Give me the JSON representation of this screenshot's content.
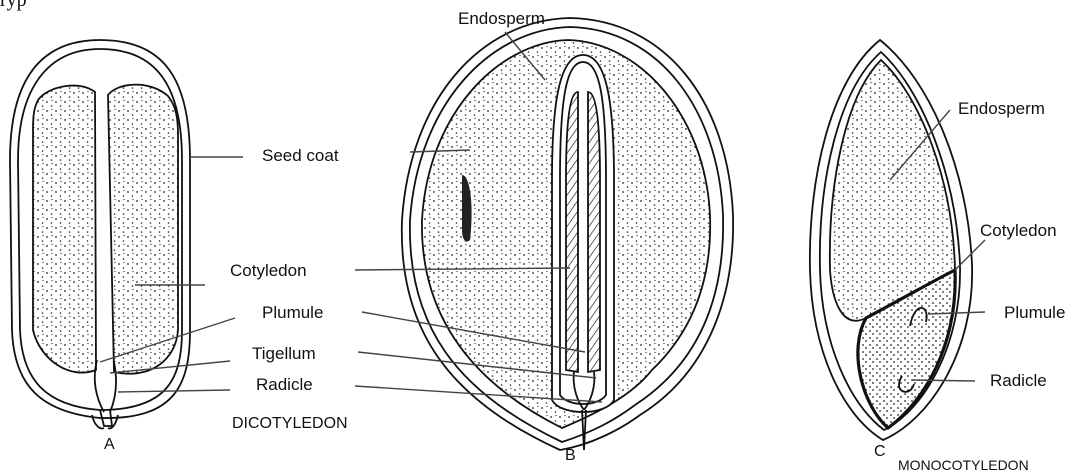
{
  "fragment_text": "ryp",
  "labels": {
    "endosperm_b": "Endosperm",
    "seed_coat": "Seed coat",
    "cotyledon_a": "Cotyledon",
    "plumule_a": "Plumule",
    "tigellum": "Tigellum",
    "radicle_a": "Radicle",
    "endosperm_c": "Endosperm",
    "cotyledon_c": "Cotyledon",
    "plumule_c": "Plumule",
    "radicle_c": "Radicle"
  },
  "captions": {
    "a": "A",
    "b": "B",
    "c": "C",
    "dicot": "DICOTYLEDON",
    "monocot": "MONOCOTYLEDON"
  }
}
